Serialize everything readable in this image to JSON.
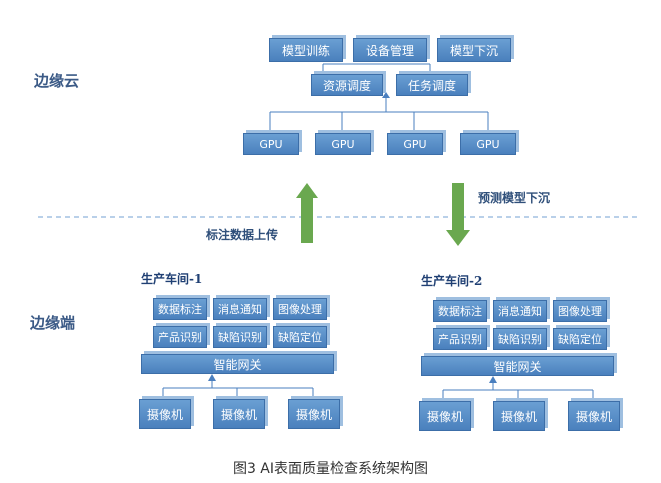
{
  "cloud": {
    "label": "边缘云",
    "top_row": [
      "模型训练",
      "设备管理",
      "模型下沉"
    ],
    "mid_row": [
      "资源调度",
      "任务调度"
    ],
    "gpus": [
      "GPU",
      "GPU",
      "GPU",
      "GPU"
    ]
  },
  "arrows": {
    "up_label": "标注数据上传",
    "down_label": "预测模型下沉"
  },
  "edge": {
    "label": "边缘端",
    "workshops": [
      {
        "title": "生产车间-1",
        "row1": [
          "数据标注",
          "消息通知",
          "图像处理"
        ],
        "row2": [
          "产品识别",
          "缺陷识别",
          "缺陷定位"
        ],
        "gateway": "智能网关",
        "cameras": [
          "摄像机",
          "摄像机",
          "摄像机"
        ]
      },
      {
        "title": "生产车间-2",
        "row1": [
          "数据标注",
          "消息通知",
          "图像处理"
        ],
        "row2": [
          "产品识别",
          "缺陷识别",
          "缺陷定位"
        ],
        "gateway": "智能网关",
        "cameras": [
          "摄像机",
          "摄像机",
          "摄像机"
        ]
      }
    ]
  },
  "caption": "图3 AI表面质量检查系统架构图",
  "colors": {
    "box": "#5a8fc9",
    "arrow": "#6aa84f",
    "divider": "#8fb4dc"
  }
}
